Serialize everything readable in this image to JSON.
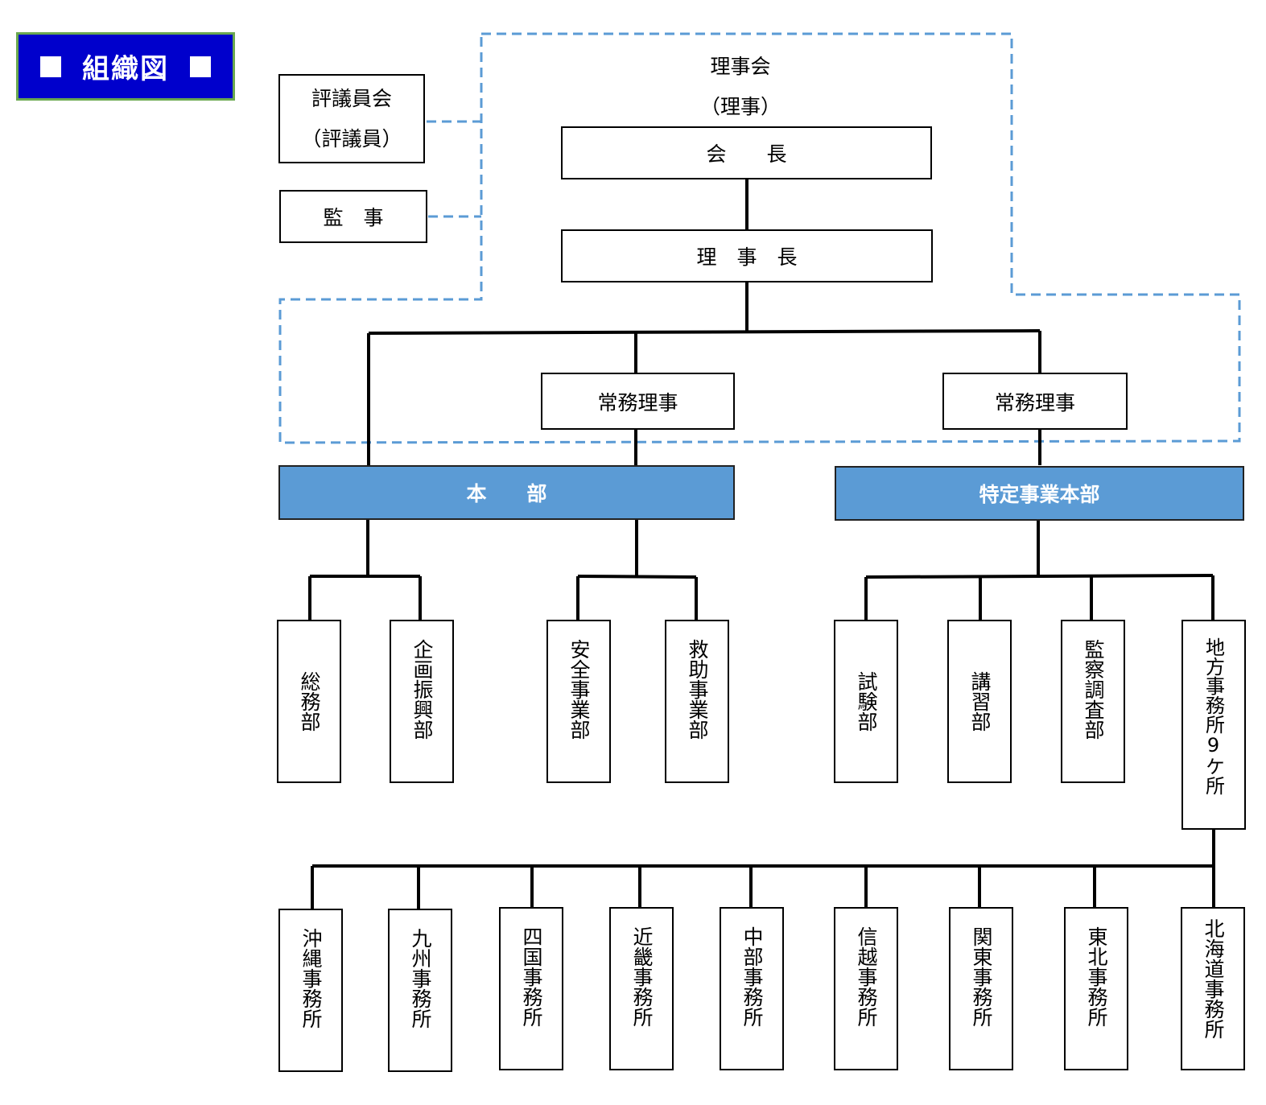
{
  "title": "組織図",
  "board": {
    "label": "理事会",
    "sub": "（理事）"
  },
  "council": {
    "label": "評議員会",
    "sub": "（評議員）"
  },
  "auditor": "監　事",
  "president": "会　　長",
  "chairman": "理　事　長",
  "executive_directors": [
    "常務理事",
    "常務理事"
  ],
  "headquarters": [
    "本　　部",
    "特定事業本部"
  ],
  "departments": [
    "総務部",
    "企画振興部",
    "安全事業部",
    "救助事業部",
    "試験部",
    "講習部",
    "監察調査部",
    "地方事務所9ケ所"
  ],
  "regional_offices": [
    "沖縄事務所",
    "九州事務所",
    "四国事務所",
    "近畿事務所",
    "中部事務所",
    "信越事務所",
    "関東事務所",
    "東北事務所",
    "北海道事務所"
  ],
  "colors": {
    "title_bg": "#0000cc",
    "title_border": "#6aa84f",
    "hq_fill": "#5b9bd5",
    "dashed": "#5b9bd5"
  }
}
